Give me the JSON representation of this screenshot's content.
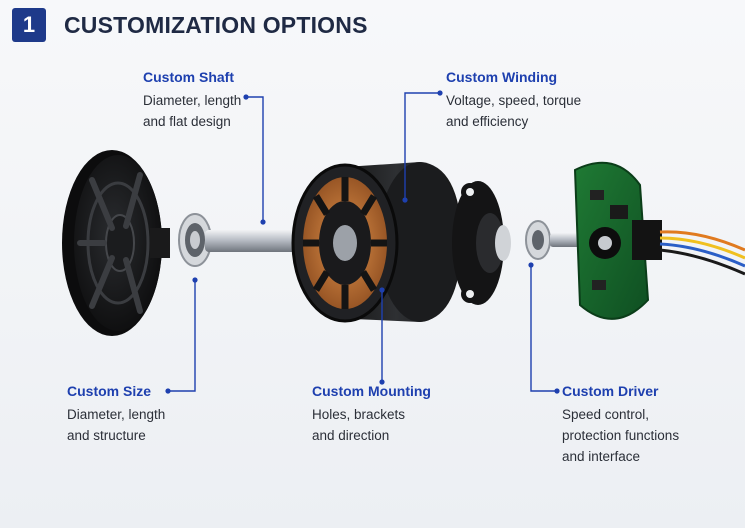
{
  "header": {
    "badge": "1",
    "title": "CUSTOMIZATION OPTIONS"
  },
  "callouts": {
    "shaft": {
      "title": "Custom Shaft",
      "lines": [
        "Diameter, length",
        "and flat design"
      ]
    },
    "winding": {
      "title": "Custom Winding",
      "lines": [
        "Voltage, speed, torque",
        "and efficiency"
      ]
    },
    "size": {
      "title": "Custom Size",
      "lines": [
        "Diameter, length",
        "and structure"
      ]
    },
    "mounting": {
      "title": "Custom Mounting",
      "lines": [
        "Holes, brackets",
        "and direction"
      ]
    },
    "driver": {
      "title": "Custom Driver",
      "lines": [
        "Speed control,",
        "protection functions",
        "and interface"
      ]
    }
  },
  "colors": {
    "accent": "#1e40af",
    "badge": "#1e3a8a",
    "title": "#1f2a44"
  },
  "icons": [
    "end-cap",
    "bearing",
    "shaft",
    "stator-rotor",
    "mount-flange",
    "driver-board"
  ]
}
